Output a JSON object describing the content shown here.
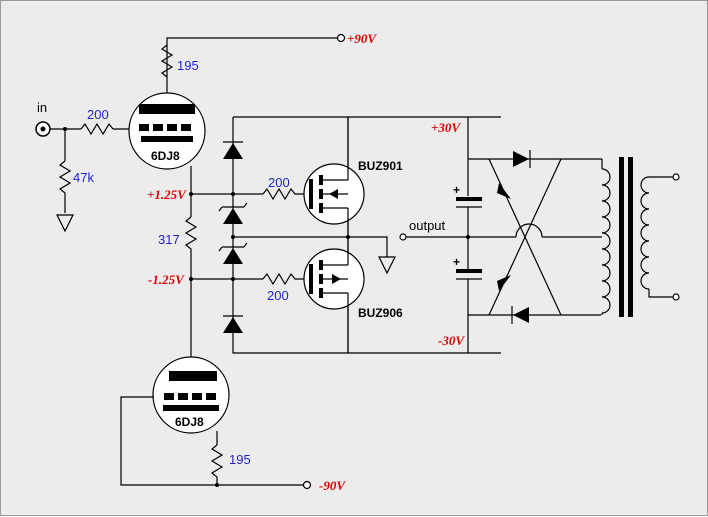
{
  "colors": {
    "background": "#ececec",
    "component_value": "#1f1fd6",
    "rail_voltage": "#e00000",
    "wire": "#000000"
  },
  "labels": {
    "input": "in",
    "output": "output"
  },
  "rails": {
    "plus_90": "+90V",
    "minus_90": "-90V",
    "plus_30": "+30V",
    "minus_30": "-30V",
    "plus_bias": "+1.25V",
    "minus_bias": "-1.25V"
  },
  "components": {
    "r_top_plate": "195",
    "r_input": "200",
    "r_ground": "47k",
    "r_bias": "317",
    "r_gate_top": "200",
    "r_gate_bottom": "200",
    "r_bottom_cathode": "195",
    "tube_top": "6DJ8",
    "tube_bottom": "6DJ8",
    "mosfet_top": "BUZ901",
    "mosfet_bottom": "BUZ906"
  }
}
